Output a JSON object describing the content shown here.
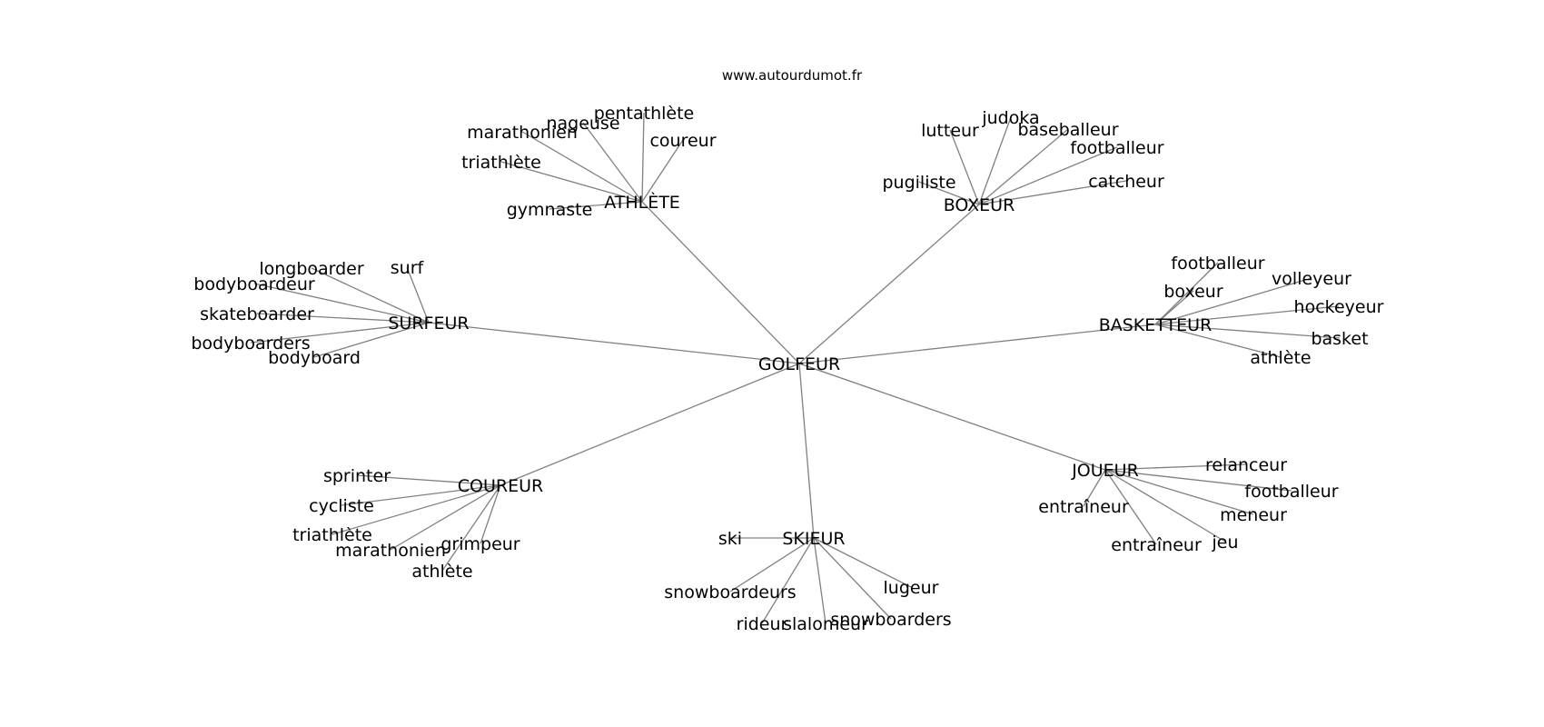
{
  "watermark": "www.autourdumot.fr",
  "colors": {
    "edge": "#808080",
    "text": "#000000",
    "background": "#ffffff"
  },
  "graph": {
    "center": "GOLFEUR",
    "clusters": [
      {
        "hub": "ATHLÈTE",
        "leaves": [
          "pentathlète",
          "nageuse",
          "marathonien",
          "coureur",
          "triathlète",
          "gymnaste"
        ]
      },
      {
        "hub": "BOXEUR",
        "leaves": [
          "judoka",
          "lutteur",
          "baseballeur",
          "footballeur",
          "pugiliste",
          "catcheur"
        ]
      },
      {
        "hub": "SURFEUR",
        "leaves": [
          "surf",
          "longboarder",
          "bodyboardeur",
          "skateboarder",
          "bodyboarders",
          "bodyboard"
        ]
      },
      {
        "hub": "BASKETTEUR",
        "leaves": [
          "footballeur",
          "volleyeur",
          "boxeur",
          "hockeyeur",
          "basket",
          "athlète"
        ]
      },
      {
        "hub": "COUREUR",
        "leaves": [
          "sprinter",
          "cycliste",
          "triathlète",
          "marathonien",
          "grimpeur",
          "athlète"
        ]
      },
      {
        "hub": "SKIEUR",
        "leaves": [
          "ski",
          "lugeur",
          "snowboardeurs",
          "snowboarders",
          "rideur",
          "slalomeur"
        ]
      },
      {
        "hub": "JOUEUR",
        "leaves": [
          "relanceur",
          "footballeur",
          "entraîneur",
          "meneur",
          "jeu",
          "entraîneur"
        ]
      }
    ]
  }
}
